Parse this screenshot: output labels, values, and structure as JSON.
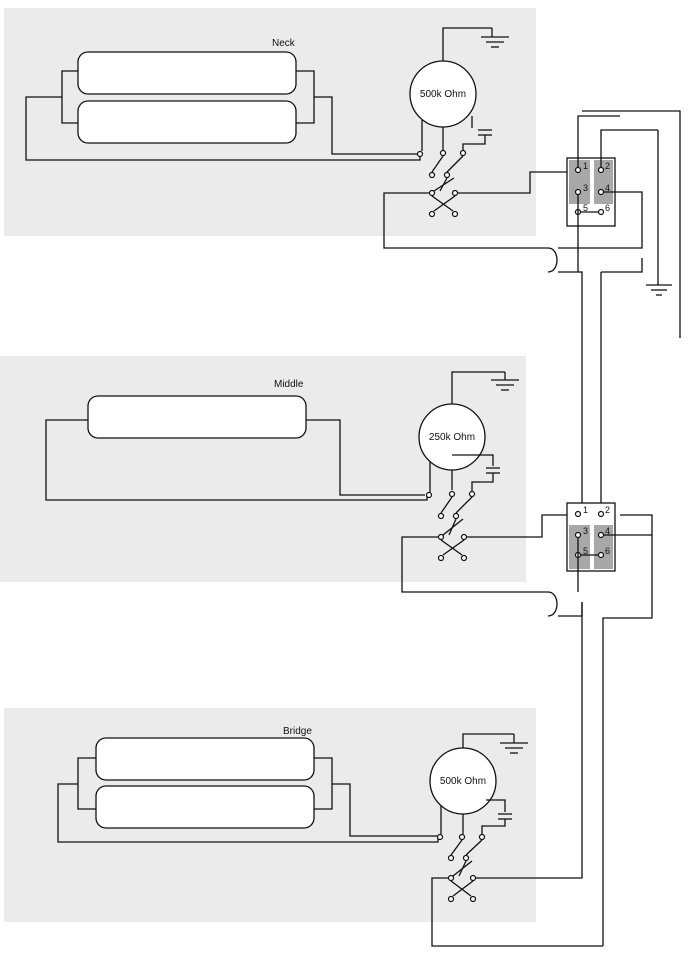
{
  "sections": [
    {
      "name": "Neck",
      "pot_label": "500k Ohm"
    },
    {
      "name": "Middle",
      "pot_label": "250k Ohm"
    },
    {
      "name": "Bridge",
      "pot_label": "500k Ohm"
    }
  ],
  "switches": [
    {
      "pins": [
        "1",
        "2",
        "3",
        "4",
        "5",
        "6"
      ]
    },
    {
      "pins": [
        "1",
        "2",
        "3",
        "4",
        "5",
        "6"
      ]
    }
  ],
  "colors": {
    "panel": "#ebebeb",
    "wire": "#111111",
    "switch_shade": "#a8a8a8"
  }
}
